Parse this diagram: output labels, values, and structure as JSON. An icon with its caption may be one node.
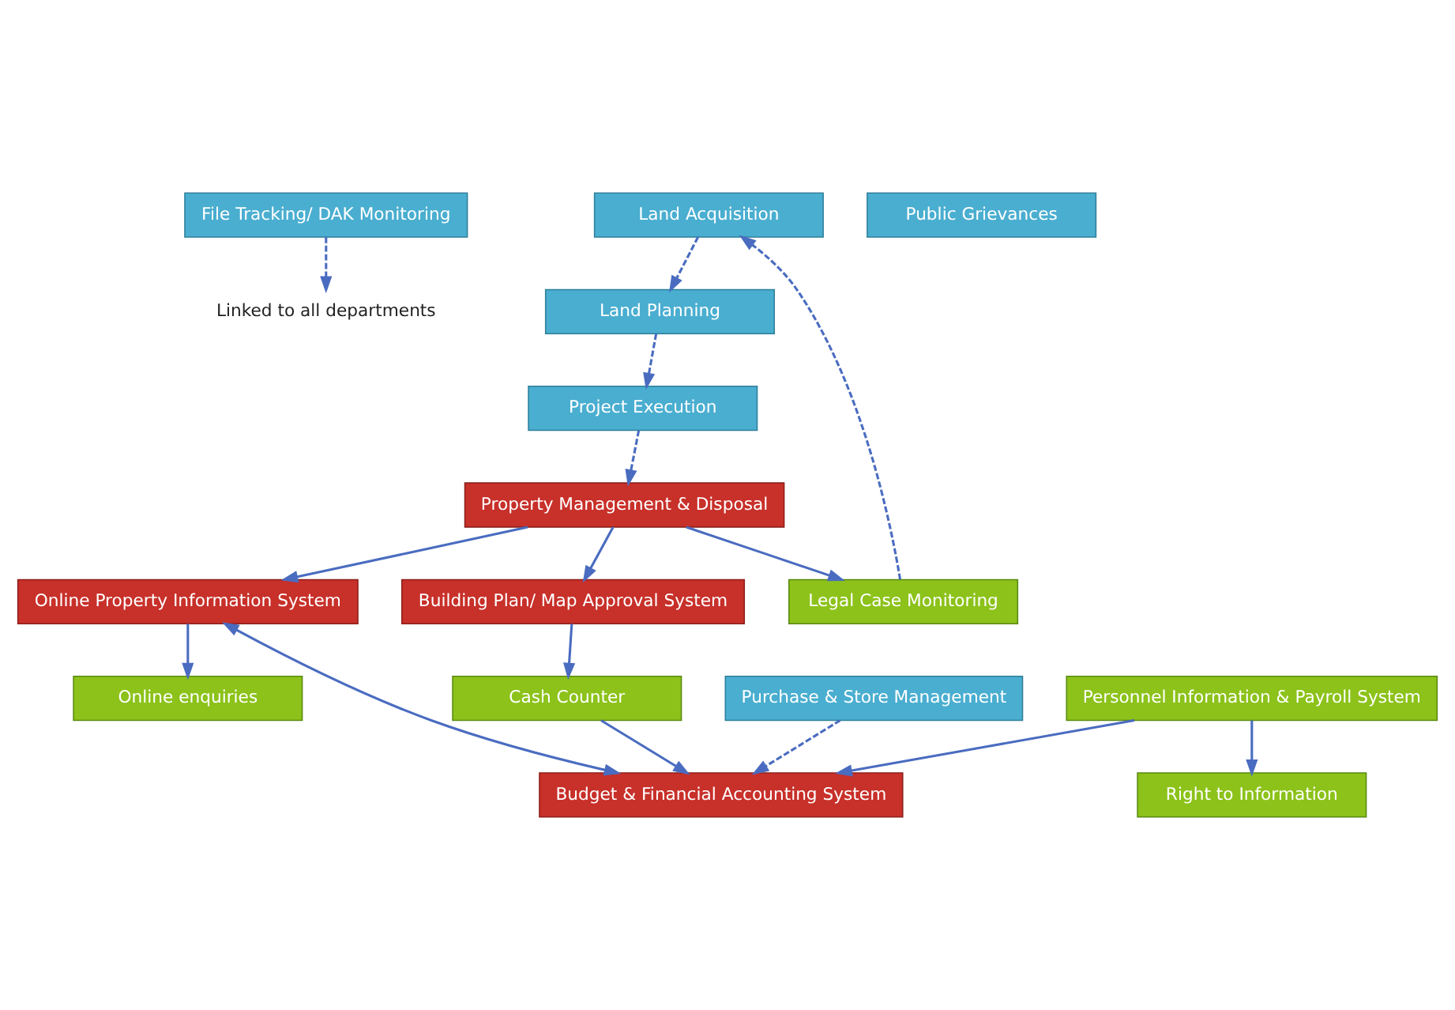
{
  "diagram": {
    "nodes": [
      {
        "text": [
          "Linked to all departments"
        ]
      },
      {
        "text": [
          "Land Acquisition"
        ]
      },
      {
        "text": [
          "Purchase & Store Management"
        ]
      },
      {
        "text": [
          "File Tracking/ DAK Monitoring"
        ]
      },
      {
        "text": [
          "Land Planning"
        ]
      },
      {
        "text": [
          "Personnel Information & Payroll System"
        ]
      },
      {
        "text": [
          "Legal Case Monitoring"
        ]
      },
      {
        "text": [
          "Project Execution"
        ]
      },
      {
        "text": [
          "Budget & Financial Accounting System"
        ]
      },
      {
        "text": [
          "Property Management & Disposal"
        ]
      },
      {
        "text": [
          "Online Property Information System"
        ]
      },
      {
        "text": [
          "Cash Counter"
        ]
      },
      {
        "text": [
          "Building Plan/ Map Approval System"
        ]
      },
      {
        "text": [
          "Right to Information"
        ]
      },
      {
        "text": [
          "Online enquiries"
        ]
      },
      {
        "text": [
          "Public Grievances"
        ]
      }
    ],
    "edges": [
      {
        "from": 3,
        "to": 0,
        "arrow": "to",
        "style": "dashed"
      },
      {
        "from": 1,
        "to": 4,
        "arrow": "to",
        "style": "dashed"
      },
      {
        "from": 4,
        "to": 7,
        "arrow": "to",
        "style": "dashed"
      },
      {
        "from": 7,
        "to": 9,
        "arrow": "to",
        "style": "dashed"
      },
      {
        "from": 6,
        "to": 1,
        "arrow": "to",
        "style": "dashed"
      },
      {
        "from": 2,
        "to": 8,
        "arrow": "to",
        "style": "dashed"
      },
      {
        "from": 9,
        "to": 6,
        "arrow": "to"
      },
      {
        "from": 9,
        "to": 10,
        "arrow": "to"
      },
      {
        "from": 9,
        "to": 12,
        "arrow": "to"
      },
      {
        "from": 5,
        "to": 8,
        "arrow": "to"
      },
      {
        "from": 11,
        "to": 8,
        "arrow": "to"
      },
      {
        "from": 12,
        "to": 11,
        "arrow": "to"
      },
      {
        "from": 10,
        "to": 8,
        "arrow": "both"
      },
      {
        "from": 10,
        "to": 14,
        "arrow": "to"
      },
      {
        "from": 5,
        "to": 13,
        "arrow": "to"
      }
    ]
  }
}
